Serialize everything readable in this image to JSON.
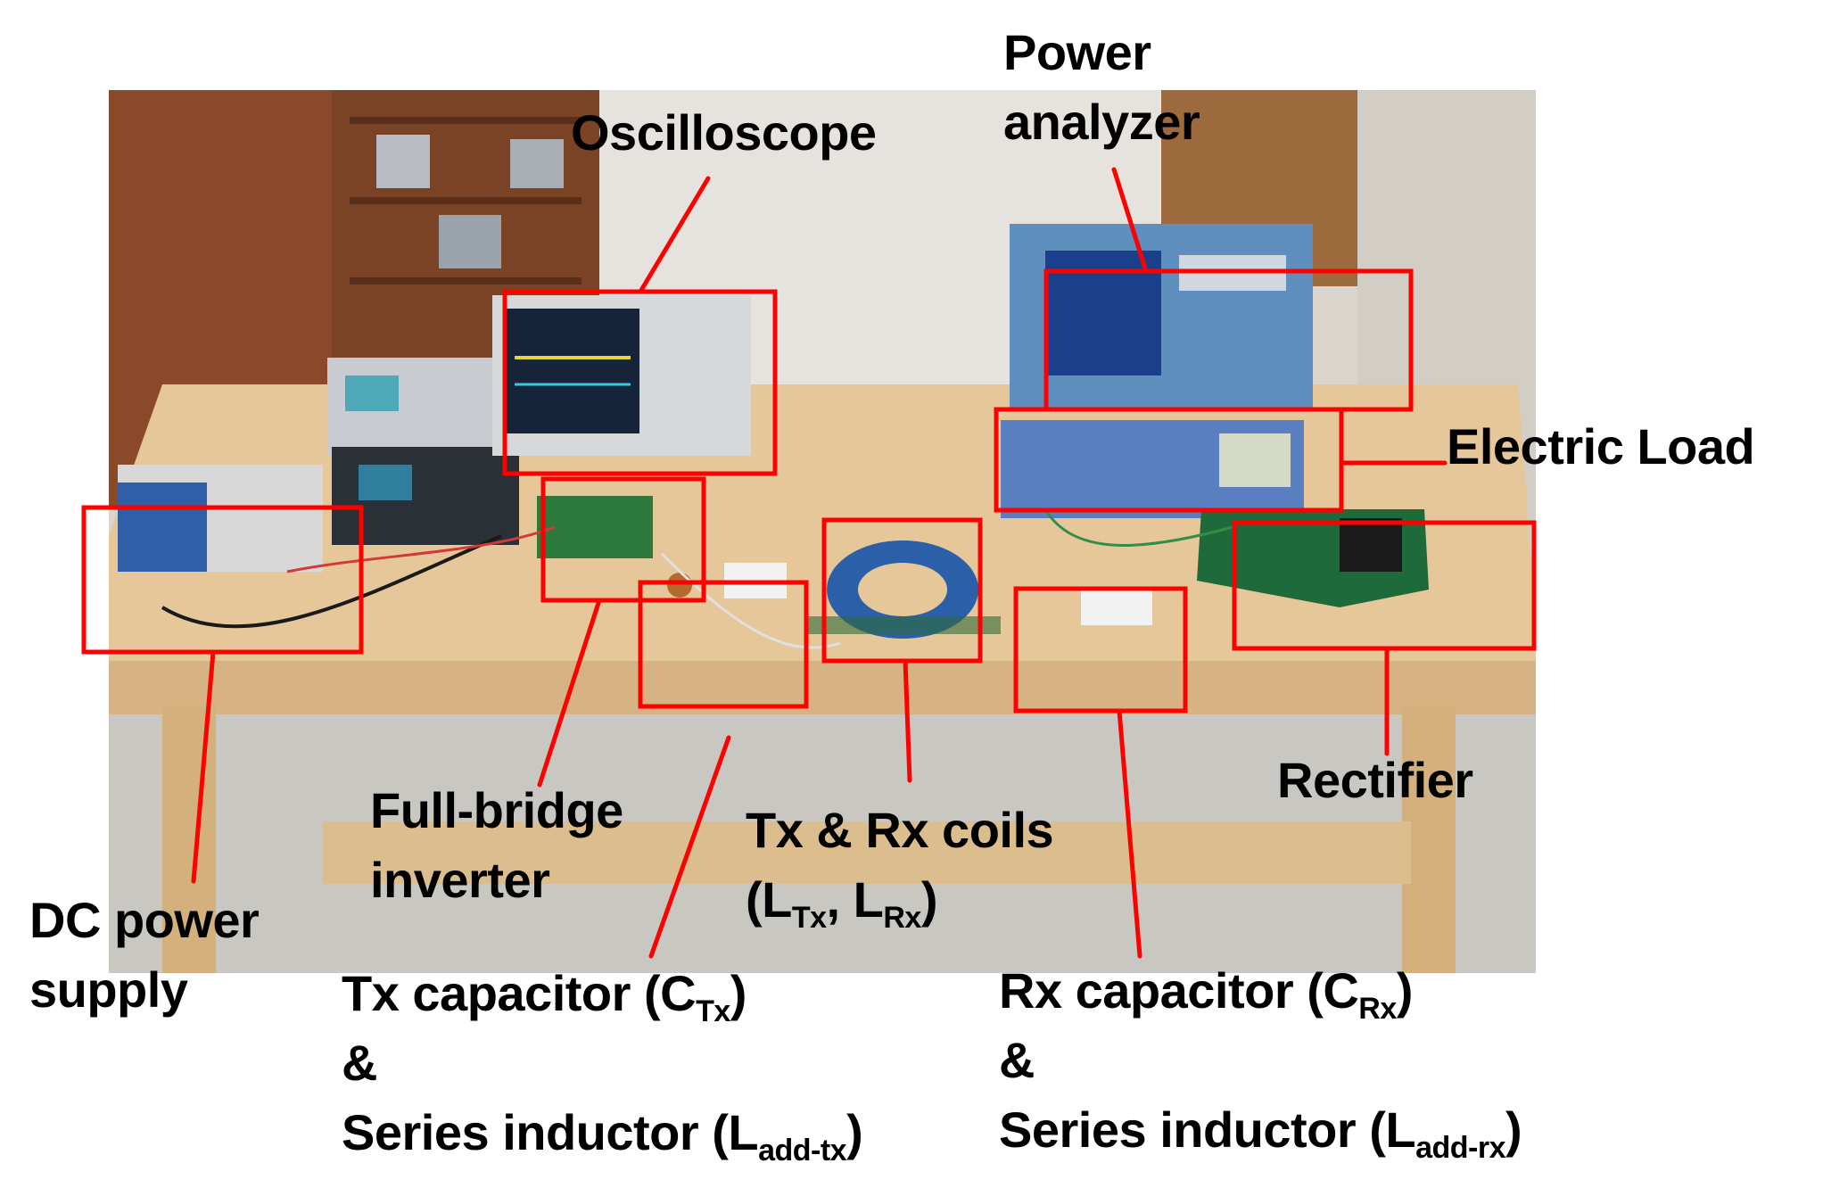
{
  "labels": {
    "oscilloscope": "Oscilloscope",
    "power_analyzer_line1": "Power",
    "power_analyzer_line2": "analyzer",
    "electric_load": "Electric Load",
    "rectifier": "Rectifier",
    "full_bridge_line1": "Full-bridge",
    "full_bridge_line2": "inverter",
    "dc_supply_line1": "DC power",
    "dc_supply_line2": "supply",
    "coils_line1": "Tx & Rx coils",
    "coils_line2_pre": "(L",
    "coils_line2_sub1": "Tx",
    "coils_line2_mid": ", L",
    "coils_line2_sub2": "Rx",
    "coils_line2_post": ")",
    "tx_cap_pre": "Tx capacitor (C",
    "tx_cap_sub": "Tx",
    "tx_cap_post": ")",
    "tx_amp": "&",
    "tx_ind_pre": "Series inductor (L",
    "tx_ind_sub": "add-tx",
    "tx_ind_post": ")",
    "rx_cap_pre": "Rx capacitor (C",
    "rx_cap_sub": "Rx",
    "rx_cap_post": ")",
    "rx_amp": "&",
    "rx_ind_pre": "Series inductor (L",
    "rx_ind_sub": "add-rx",
    "rx_ind_post": ")"
  },
  "colors": {
    "annotation": "#ff0000",
    "text": "#000000"
  }
}
